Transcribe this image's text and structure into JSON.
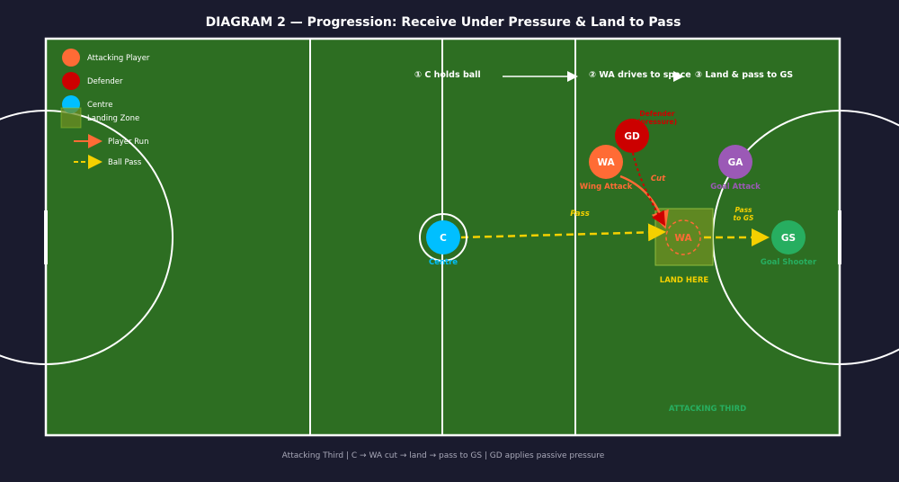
{
  "title": "DIAGRAM 2 — Progression: Receive Under Pressure & Land to Pass",
  "caption": "Attacking Third | C → WA cut → land → pass to GS | GD applies passive pressure",
  "colors": {
    "background": "#1a1b2e",
    "court": "#2d6e22",
    "court_lines": "#ffffff",
    "attacking_player": "#ff6b35",
    "defender": "#cc0000",
    "centre": "#00bfff",
    "goal_attack": "#9b59b6",
    "goal_shooter": "#27ae60",
    "landing_zone": "#6b8e23",
    "ball_pass": "#f5d000",
    "player_run": "#ff6b35"
  },
  "legend": {
    "attacking_player": "Attacking Player",
    "defender": "Defender",
    "centre": "Centre",
    "landing_zone": "Landing Zone",
    "player_run": "Player Run",
    "ball_pass": "Ball Pass"
  },
  "steps": {
    "step1": "① C holds ball",
    "step2": "② WA drives to space",
    "step3": "③ Land & pass to GS"
  },
  "players": {
    "gd": {
      "abbr": "GD",
      "note_line1": "Defender",
      "note_line2": "(pressure)"
    },
    "wa": {
      "abbr": "WA",
      "name": "Wing Attack"
    },
    "ga": {
      "abbr": "GA",
      "name": "Goal Attack"
    },
    "c": {
      "abbr": "C",
      "name": "Centre"
    },
    "gs": {
      "abbr": "GS",
      "name": "Goal Shooter"
    },
    "wa_landed": {
      "abbr": "WA"
    }
  },
  "annotations": {
    "cut": "Cut",
    "pass": "Pass",
    "pass_to_gs_line1": "Pass",
    "pass_to_gs_line2": "to GS",
    "land_here": "LAND HERE",
    "attacking_third": "ATTACKING THIRD"
  }
}
